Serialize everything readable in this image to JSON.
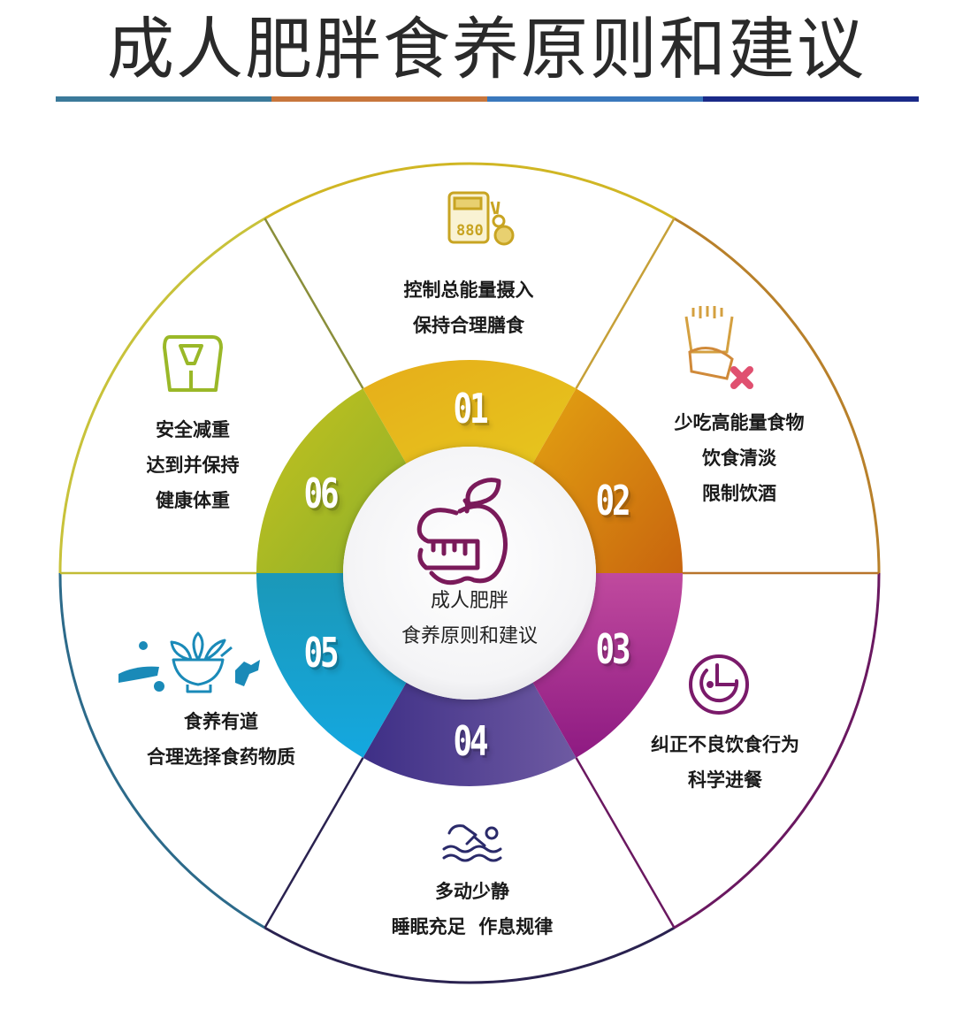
{
  "header": {
    "title": "成人肥胖食养原则和建议",
    "bar_colors": [
      "#3b7a9a",
      "#c8763c",
      "#3a78bc",
      "#1a2a88"
    ]
  },
  "center": {
    "icon": "apple-measuring-tape-icon",
    "line1": "成人肥胖",
    "line2": "食养原则和建议",
    "icon_color": "#7a1a5a"
  },
  "segments": [
    {
      "number": "01",
      "color": "#e2b21c",
      "icon": "calorie-scale-icon",
      "lines": [
        "控制总能量摄入",
        "保持合理膳食"
      ]
    },
    {
      "number": "02",
      "color": "#d4860e",
      "icon": "french-fries-forbidden-icon",
      "lines": [
        "少吃高能量食物",
        "饮食清淡",
        "限制饮酒"
      ]
    },
    {
      "number": "03",
      "color": "#a4268c",
      "icon": "clock-icon",
      "lines": [
        "纠正不良饮食行为",
        "科学进餐"
      ]
    },
    {
      "number": "04",
      "color": "#4c3c92",
      "icon": "swimmer-icon",
      "lines": [
        "多动少静",
        "睡眠充足  作息规律"
      ]
    },
    {
      "number": "05",
      "color": "#1c9cc8",
      "icon": "herbs-mortar-icon",
      "lines": [
        "食养有道",
        "合理选择食药物质"
      ]
    },
    {
      "number": "06",
      "color": "#a6c02a",
      "icon": "weighing-scale-icon",
      "lines": [
        "安全减重",
        "达到并保持",
        "健康体重"
      ]
    }
  ]
}
